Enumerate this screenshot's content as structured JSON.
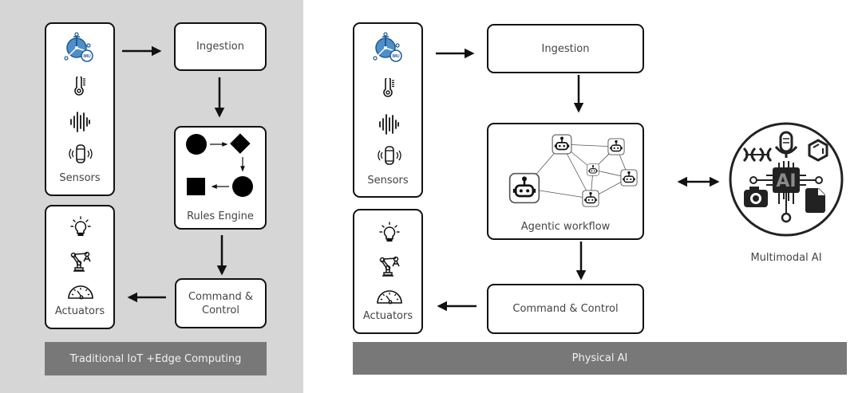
{
  "left": {
    "sensors": {
      "label": "Sensors",
      "icons": [
        "imu-icon",
        "thermometer-icon",
        "sound-wave-icon",
        "vibration-icon"
      ]
    },
    "ingestion": {
      "label": "Ingestion"
    },
    "rules_engine": {
      "label": "Rules Engine"
    },
    "command_control": {
      "label_line1": "Command &",
      "label_line2": "Control"
    },
    "actuators": {
      "label": "Actuators",
      "icons": [
        "light-bulb-icon",
        "robot-arm-icon",
        "gauge-icon"
      ]
    },
    "footer": "Traditional IoT +Edge Computing"
  },
  "right": {
    "sensors": {
      "label": "Sensors"
    },
    "ingestion": {
      "label": "Ingestion"
    },
    "agentic": {
      "label": "Agentic workflow"
    },
    "command_control": {
      "label": "Command & Control"
    },
    "actuators": {
      "label": "Actuators"
    },
    "multimodal": {
      "label": "Multimodal AI",
      "chip_text": "AI"
    },
    "footer": "Physical AI"
  },
  "colors": {
    "imu_blue": "#2e6fa8",
    "panel_gray": "#d6d6d6",
    "bar_gray": "#787878"
  }
}
